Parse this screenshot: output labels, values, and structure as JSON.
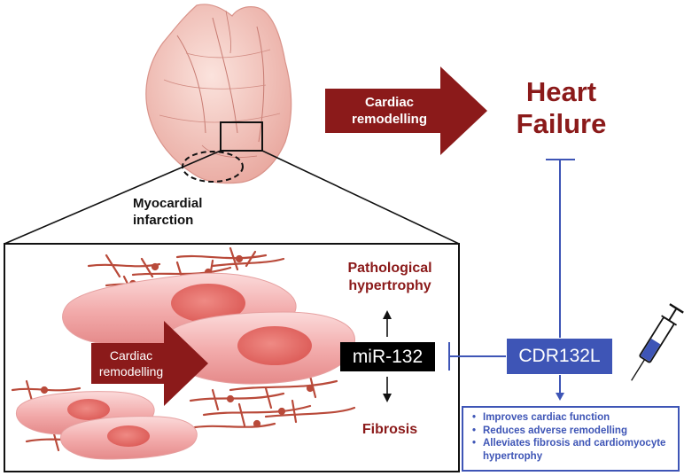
{
  "top_arrow": {
    "label": "Cardiac\nremodelling"
  },
  "outcome": {
    "label": "Heart\nFailure"
  },
  "infarct": {
    "label": "Myocardial\ninfarction"
  },
  "inset": {
    "arrow_label": "Cardiac\nremodelling",
    "hypertrophy_label": "Pathological\nhypertrophy",
    "fibrosis_label": "Fibrosis",
    "mirna_label": "miR-132"
  },
  "therapy": {
    "drug_label": "CDR132L",
    "benefits": [
      "Improves cardiac function",
      "Reduces adverse remodelling",
      "Alleviates fibrosis and cardiomyocyte hypertrophy"
    ]
  },
  "colors": {
    "dark_red": "#8b1a1a",
    "therapy_blue": "#3e55b6",
    "cell_pink": "#f4b3b3",
    "nucleus_red": "#e86a6a",
    "fibroblast": "#b94a3a"
  }
}
